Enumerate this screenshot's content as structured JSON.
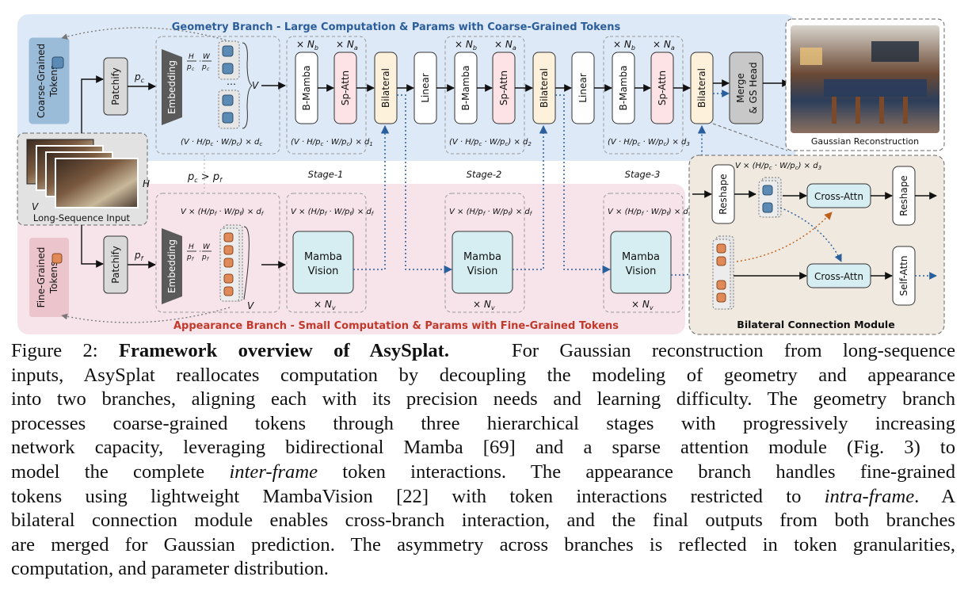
{
  "diagram": {
    "geometry_branch_title": "Geometry Branch - Large Computation & Params with Coarse-Grained Tokens",
    "appearance_branch_title": "Appearance Branch - Small Computation & Params with Fine-Grained Tokens",
    "coarse_tokens_label_1": "Coarse-Grained",
    "coarse_tokens_label_2": "Tokens",
    "fine_tokens_label_1": "Fine-Grained",
    "fine_tokens_label_2": "Tokens",
    "input_label": "Long-Sequence Input",
    "input_h": "H",
    "input_v": "V",
    "patchify": "Patchify",
    "embedding": "Embedding",
    "pc": "p",
    "pc_sub": "c",
    "pf_sub": "f",
    "pc_gt_pf": "p  > p",
    "V": "V",
    "coarse_shape": "(V · H/pc · W/pc) × dc",
    "fine_shape": "V × (H/pf · W/pf) × df",
    "b_mamba": "B-Mamba",
    "sp_attn": "Sp-Attn",
    "times_nb": "× N",
    "nb_sub": "b",
    "na_sub": "a",
    "nv_sub": "v",
    "bilateral": "Bilateral",
    "linear": "Linear",
    "mamba_1": "Mamba",
    "mamba_2": "Vision",
    "stages": [
      "Stage-1",
      "Stage-2",
      "Stage-3"
    ],
    "d_subs": [
      "1",
      "2",
      "3"
    ],
    "merge_1": "Merge",
    "merge_2": "& GS Head",
    "gaussian_reconstruction": "Gaussian Reconstruction",
    "reshape": "Reshape",
    "cross_attn": "Cross-Attn",
    "self_attn": "Self-Attn",
    "bilateral_module": "Bilateral Connection Module",
    "d3_sub": "3"
  },
  "caption": {
    "figure_label": "Figure 2:",
    "title": "Framework overview of AsySplat.",
    "lines": [
      [
        "For Gaussian reconstruction from long-sequence"
      ],
      [
        "inputs, AsySplat reallocates computation by decoupling the modeling of geometry and appearance"
      ],
      [
        "into two branches, aligning each with its precision needs and learning difficulty. The geometry branch"
      ],
      [
        "processes coarse-grained tokens through three hierarchical stages with progressively increasing"
      ],
      [
        "network capacity, leveraging bidirectional Mamba [69] and a sparse attention module (Fig. 3) to"
      ],
      [
        "model the complete ",
        "inter-frame",
        " token interactions. The appearance branch handles fine-grained"
      ],
      [
        "tokens using lightweight MambaVision [22] with token interactions restricted to ",
        "intra-frame",
        ". A"
      ],
      [
        "bilateral connection module enables cross-branch interaction, and the final outputs from both branches"
      ],
      [
        "are merged for Gaussian prediction. The asymmetry across branches is reflected in token granularities,"
      ],
      [
        "computation, and parameter distribution."
      ]
    ]
  },
  "colors": {
    "geometry_bg": "#dde9f6",
    "appearance_bg": "#f6e4ea",
    "module_bg": "#efe9df",
    "geometry_title": "#2b5d9a",
    "appearance_title": "#c0392b",
    "sp_attn_fill": "#fde2e6",
    "bilateral_fill": "#fdf1dc",
    "mamba_fill": "#d6eef1",
    "merge_fill": "#c8c8c8",
    "coarse_token": "#5b8bb5",
    "fine_token": "#e08a5a"
  }
}
